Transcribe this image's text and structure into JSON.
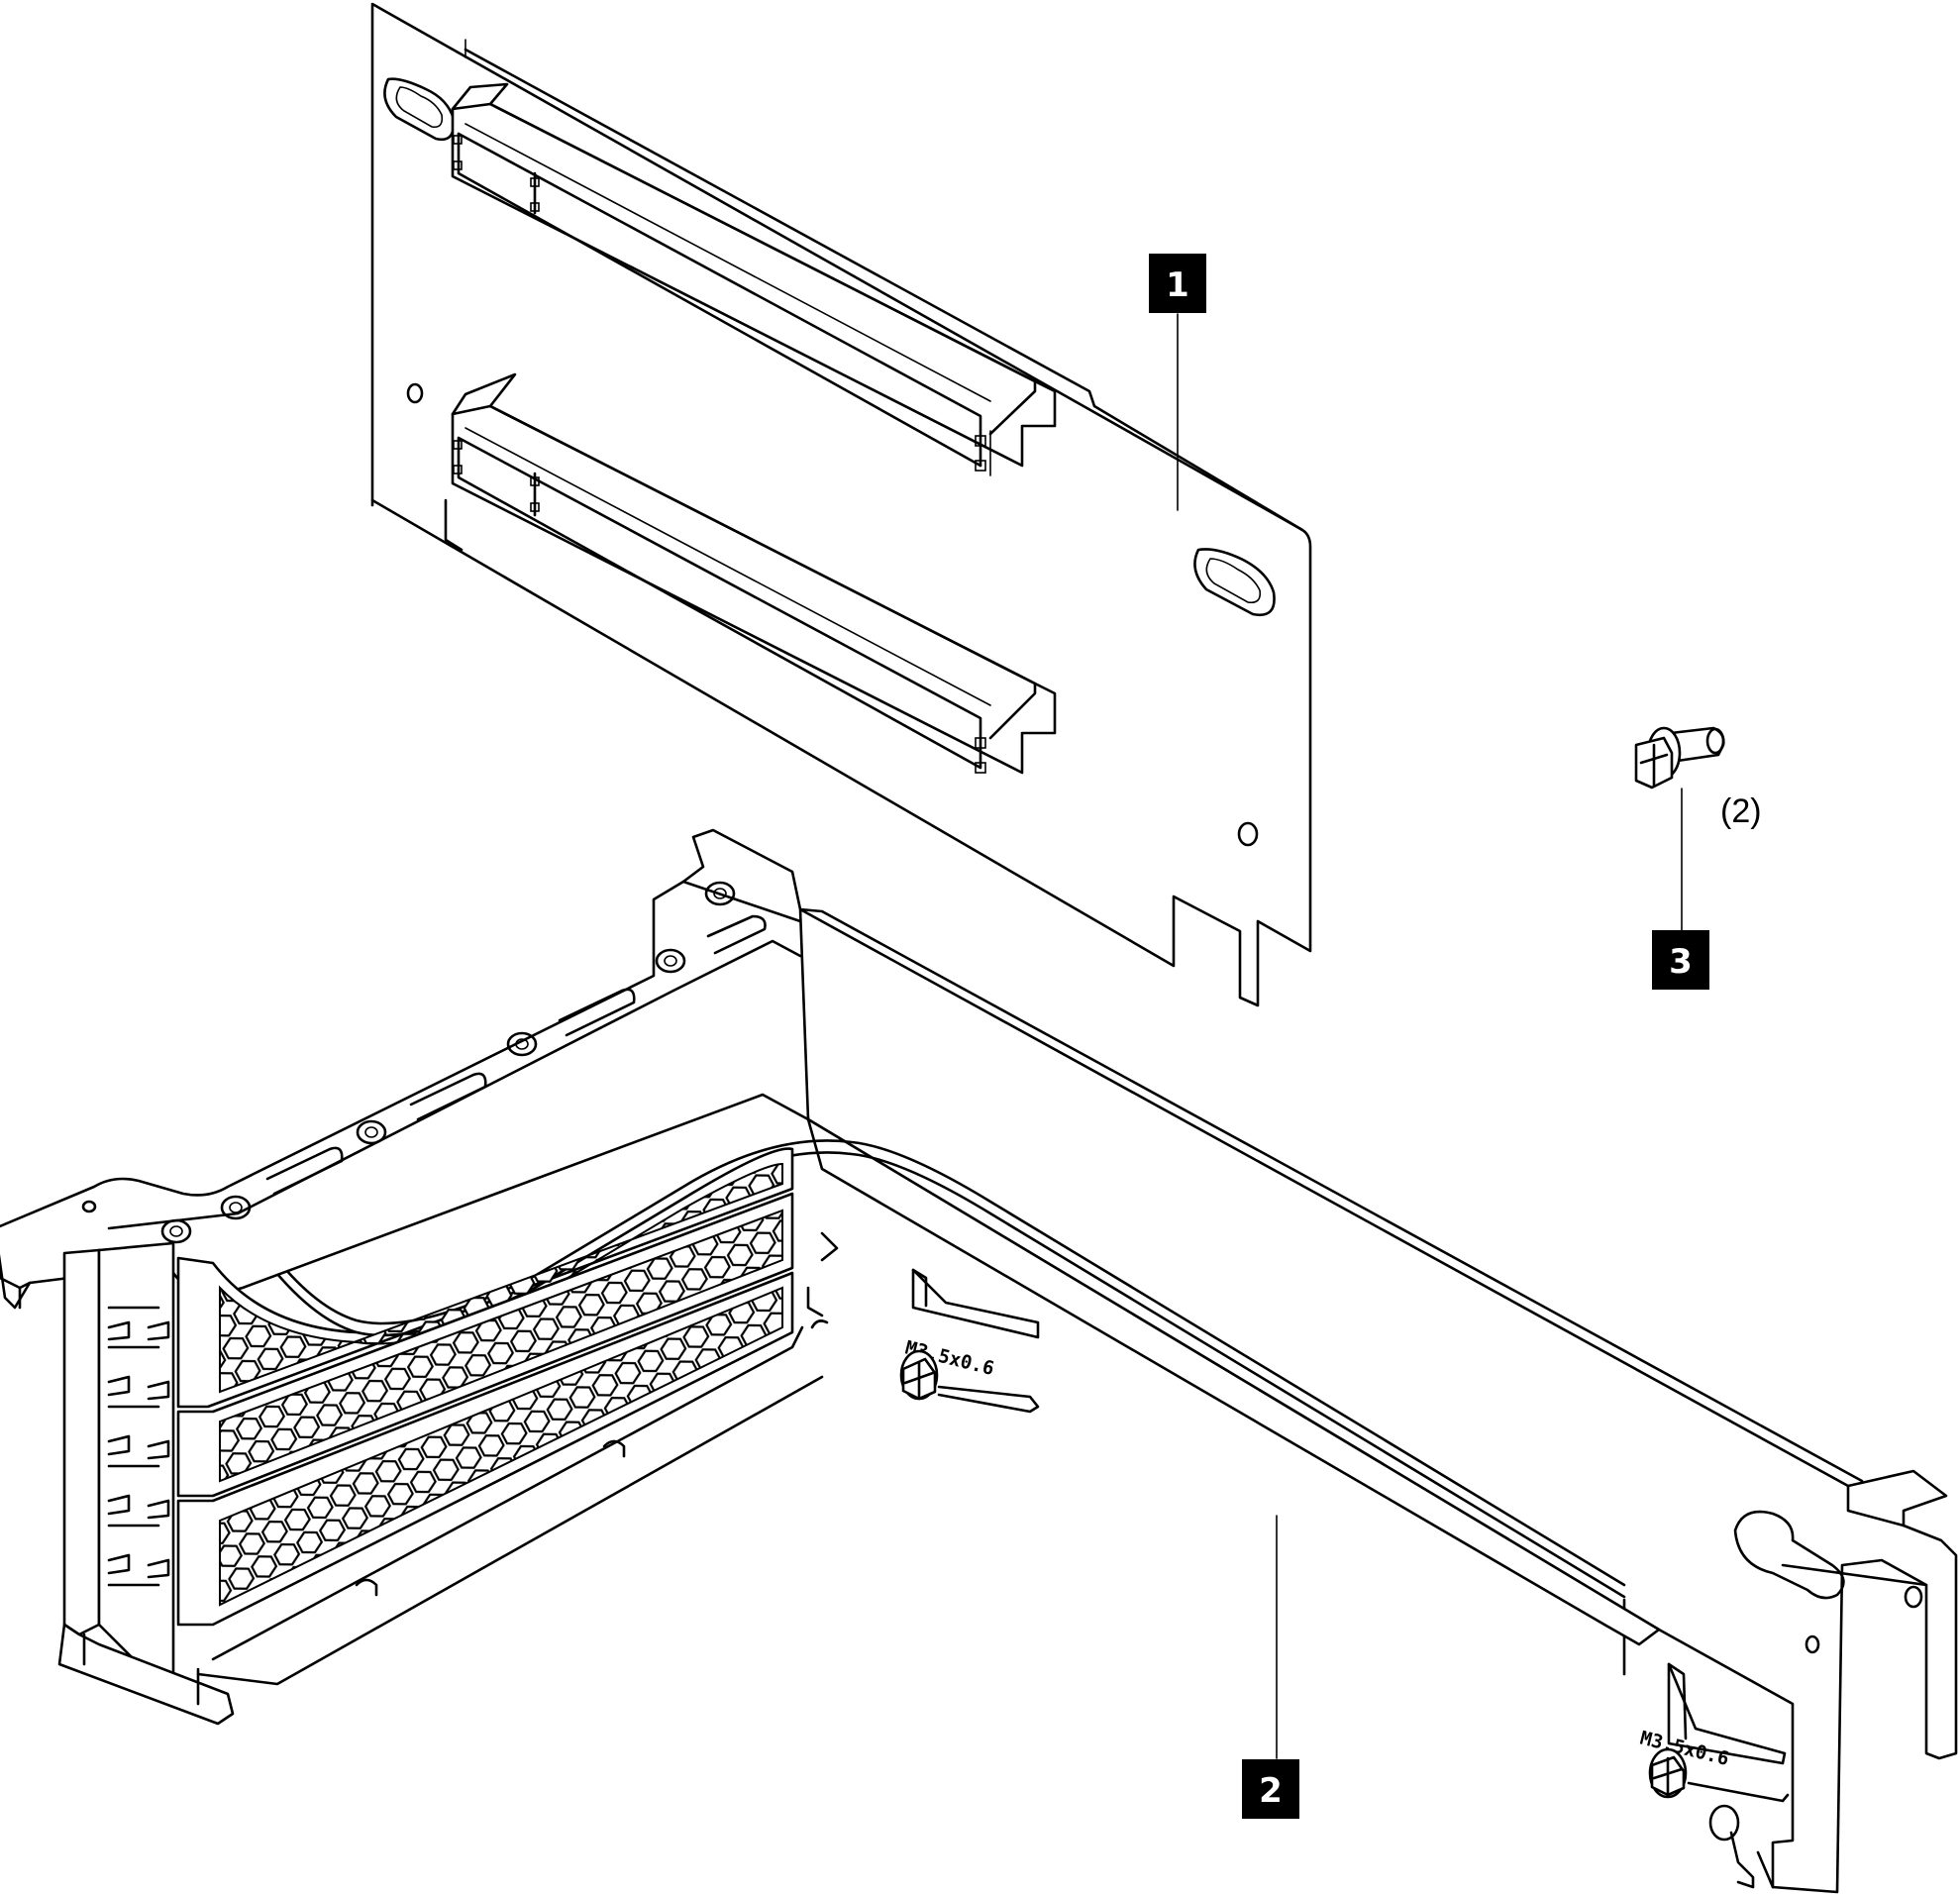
{
  "callouts": [
    {
      "id": "1",
      "label": "1",
      "part": "riser-card"
    },
    {
      "id": "2",
      "label": "2",
      "part": "riser-cage"
    },
    {
      "id": "3",
      "label": "3",
      "part": "screw"
    }
  ],
  "quantity_note": "(2)",
  "cage_stamps": [
    "M3.5x0.6",
    "M3.5x0.6"
  ]
}
